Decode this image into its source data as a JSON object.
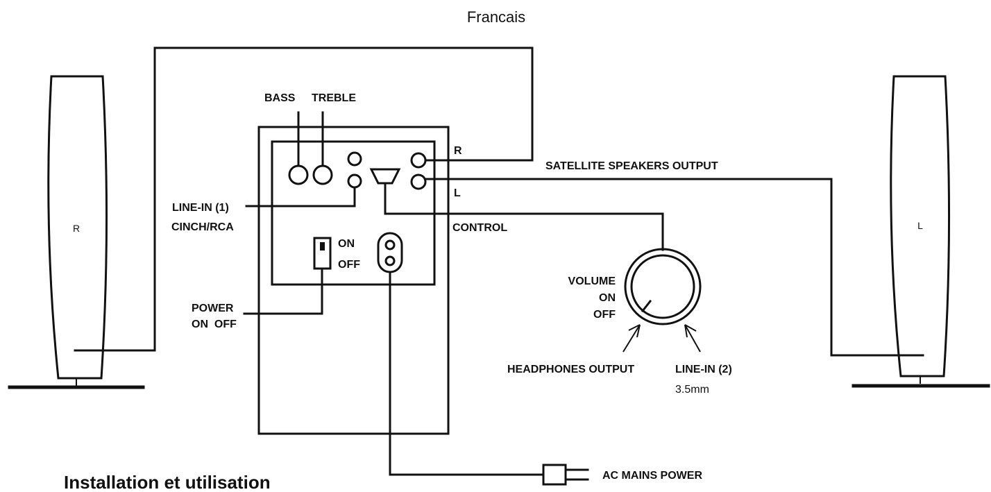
{
  "header": {
    "language": "Francais"
  },
  "footer": {
    "section_title": "Installation et utilisation"
  },
  "speakers": {
    "right_label": "R",
    "left_label": "L"
  },
  "subwoofer": {
    "bass_label": "BASS",
    "treble_label": "TREBLE",
    "r_label": "R",
    "l_label": "L",
    "satellite_label": "SATELLITE SPEAKERS OUTPUT",
    "line_in_1_label": "LINE-IN (1)",
    "cinch_label": "CINCH/RCA",
    "control_label": "CONTROL",
    "switch_on_label": "ON",
    "switch_off_label": "OFF",
    "power_label": "POWER",
    "power_on_off_label": "ON  OFF"
  },
  "control_pod": {
    "volume_label": "VOLUME",
    "on_label": "ON",
    "off_label": "OFF",
    "headphones_label": "HEADPHONES OUTPUT",
    "line_in_2_label": "LINE-IN (2)",
    "size_label": "3.5mm"
  },
  "mains": {
    "label": "AC MAINS POWER"
  },
  "colors": {
    "ink": "#111111",
    "background": "#ffffff"
  }
}
